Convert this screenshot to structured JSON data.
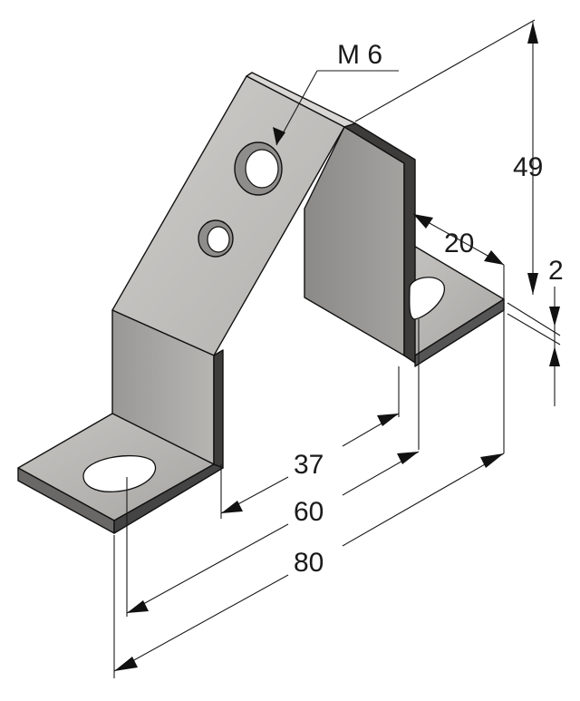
{
  "drawing": {
    "thread_label": "M 6",
    "dimensions": {
      "height": "49",
      "width_top": "20",
      "thickness": "2",
      "inner_span": "37",
      "hole_span": "60",
      "overall_length": "80"
    },
    "colors": {
      "face_light": "#c4c2c0",
      "face_mid": "#a9a7a5",
      "face_dark": "#6f6d6b",
      "edge": "#1a1a1a"
    }
  }
}
